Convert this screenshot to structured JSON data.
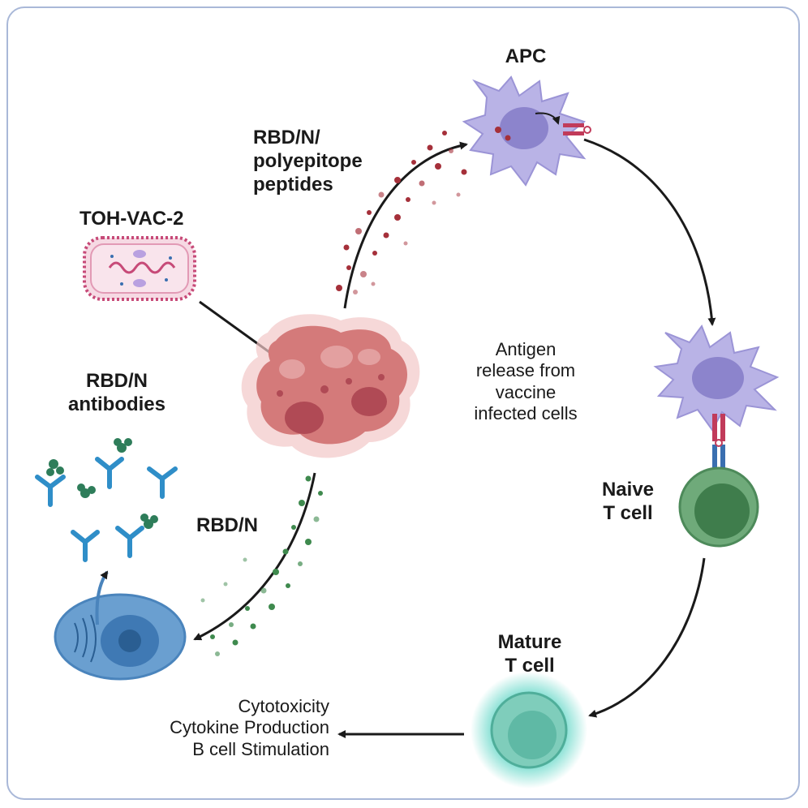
{
  "labels": {
    "apc": "APC",
    "peptides": [
      "RBD/N/",
      "polyepitope",
      "peptides"
    ],
    "vaccine": "TOH-VAC-2",
    "antigen_release": [
      "Antigen",
      "release from",
      "vaccine",
      "infected cells"
    ],
    "antibodies": [
      "RBD/N",
      "antibodies"
    ],
    "rbdn": "RBD/N",
    "naive": [
      "Naive",
      "T cell"
    ],
    "mature": [
      "Mature",
      "T cell"
    ],
    "outcomes": [
      "Cytotoxicity",
      "Cytokine Production",
      "B cell Stimulation"
    ]
  },
  "colors": {
    "border": "#a9b8d8",
    "arrow": "#1a1a1a",
    "red_particles": "#a5303a",
    "green_particles": "#3f8a4e",
    "apc_cell": "#b9b3e6",
    "tcell": "#6faa7a",
    "mature_glow": "#5fd6c6",
    "bcell": "#6a9fd0",
    "antibody": "#2f8ec8",
    "infected_cells": "#d47a7a"
  }
}
